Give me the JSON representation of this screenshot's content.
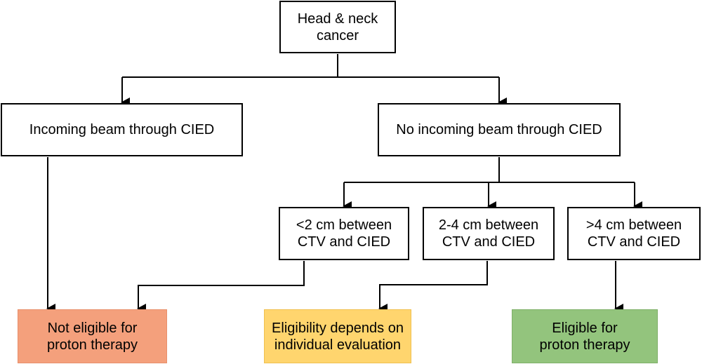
{
  "nodes": {
    "root": "Head & neck\ncancer",
    "beam_through": "Incoming beam through CIED",
    "no_beam_through": "No incoming beam through CIED",
    "dist_lt2": "<2 cm between\nCTV and CIED",
    "dist_2to4": "2-4 cm between\nCTV and CIED",
    "dist_gt4": ">4 cm between\nCTV and CIED",
    "not_eligible": "Not eligible for\nproton therapy",
    "depends": "Eligibility depends on\nindividual evaluation",
    "eligible": "Eligible for\nproton therapy"
  },
  "colors": {
    "line": "#000000",
    "not_eligible_fill": "#F4A07C",
    "not_eligible_border": "#E8906B",
    "depends_fill": "#FFD56E",
    "depends_border": "#F0C050",
    "eligible_fill": "#93C47D",
    "eligible_border": "#7FB069"
  }
}
